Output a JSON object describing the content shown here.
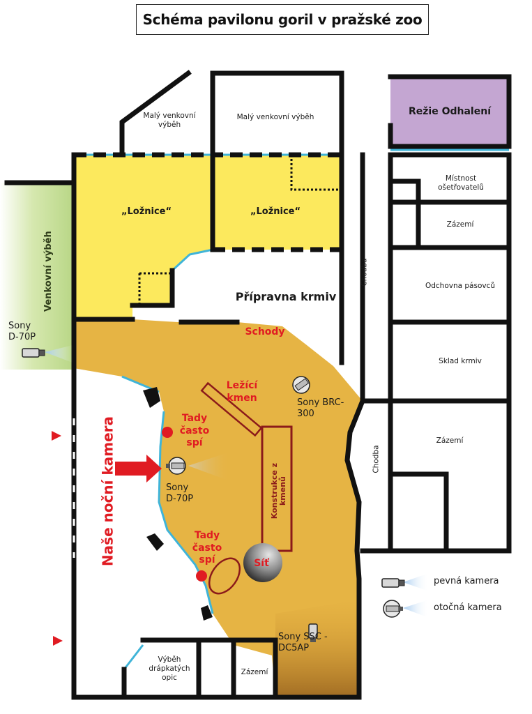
{
  "title": "Schéma pavilonu goril v pražské zoo",
  "rooms": {
    "maly_vybeh_1": "Malý venkovní výběh",
    "maly_vybeh_2": "Malý venkovní výběh",
    "rezie": "Režie Odhalení",
    "loznice_1": "„Ložnice“",
    "loznice_2": "„Ložnice“",
    "pripravna": "Přípravna krmiv",
    "chodba_1": "Chodba",
    "chodba_2": "Chodba",
    "mistnost": "Místnost ošetřovatelů",
    "zazemi_1": "Zázemí",
    "odchovna": "Odchovna pásovců",
    "sklad": "Sklad krmiv",
    "zazemi_2": "Zázemí",
    "venkovni_vybeh": "Venkovní výběh",
    "vybeh_drapkatych": "Výběh drápkatých opic",
    "zazemi_3": "Zázemí"
  },
  "annotations": {
    "schody": "Schody",
    "lezici_kmen": "Ležící kmen",
    "tady_spi_1": "Tady často spí",
    "tady_spi_2": "Tady často spí",
    "konstrukce": "Konstrukce z kmenů",
    "sit": "Síť",
    "nase_kamera": "Naše noční kamera"
  },
  "cameras": {
    "sony_d70p_1": "Sony D-70P",
    "sony_brc300": "Sony BRC-300",
    "sony_d70p_2": "Sony D-70P",
    "sony_ssc": "Sony SSC - DC5AP"
  },
  "legend": {
    "fixed": "pevná kamera",
    "rotating": "otočná kamera"
  },
  "colors": {
    "wall": "#111111",
    "bedroom": "#fce95d",
    "enclosure": "#e6b444",
    "rezie": "#c4a6d2",
    "outdoor": "#cfe3a6",
    "glass": "#3fb4d8",
    "accent_red": "#e01b22"
  }
}
